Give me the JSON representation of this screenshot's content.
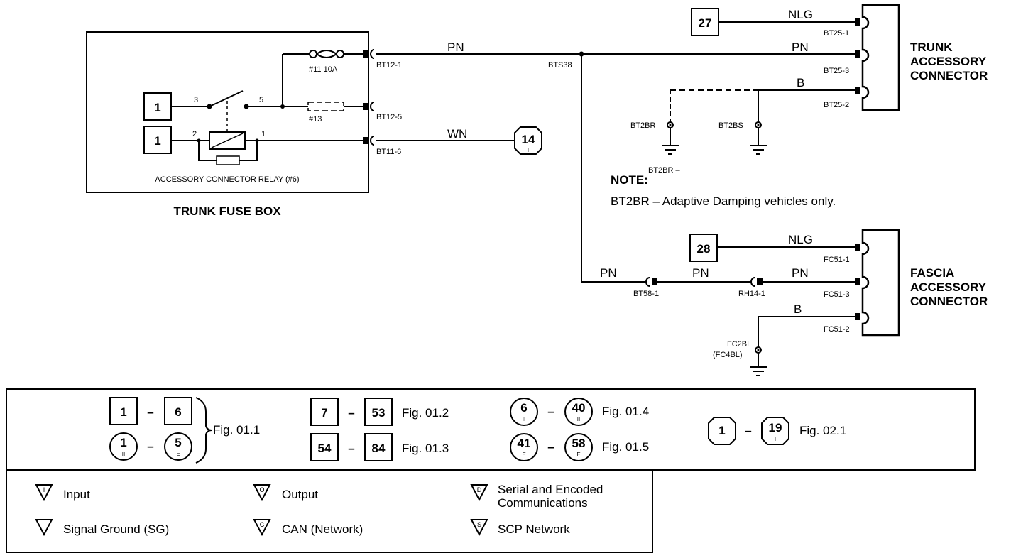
{
  "fuse_box": {
    "title": "TRUNK FUSE BOX",
    "relay_label": "ACCESSORY CONNECTOR RELAY (#6)",
    "fuse_11": "#11 10A",
    "fuse_13": "#13",
    "relay_pins": {
      "p3": "3",
      "p5": "5",
      "p2": "2",
      "p1": "1"
    },
    "ref_top": "1",
    "ref_bottom": "1"
  },
  "pins": {
    "bt12_1": "BT12-1",
    "bt12_5": "BT12-5",
    "bt11_6": "BT11-6",
    "bts38": "BTS38",
    "bt25_1": "BT25-1",
    "bt25_3": "BT25-3",
    "bt25_2": "BT25-2",
    "bt2br": "BT2BR",
    "bt2bs": "BT2BS",
    "fc51_1": "FC51-1",
    "fc51_3": "FC51-3",
    "fc51_2": "FC51-2",
    "bt58_1": "BT58-1",
    "rh14_1": "RH14-1",
    "fc2bl": "FC2BL",
    "fc4bl": "(FC4BL)"
  },
  "wires": {
    "pn": "PN",
    "wn": "WN",
    "nlg": "NLG",
    "b": "B"
  },
  "refs": {
    "r27": "27",
    "r28": "28",
    "r14": "14",
    "r14_sub": "I"
  },
  "connectors": {
    "trunk": [
      "TRUNK",
      "ACCESSORY",
      "CONNECTOR"
    ],
    "fascia": [
      "FASCIA",
      "ACCESSORY",
      "CONNECTOR"
    ]
  },
  "note": {
    "mark": "BT2BR –",
    "title": "NOTE:",
    "text": "BT2BR – Adaptive Damping vehicles only."
  },
  "figure_key": {
    "g1_a": "1",
    "g1_b": "6",
    "g1_c": "1",
    "g1_c_sub": "II",
    "g1_d": "5",
    "g1_d_sub": "E",
    "g1_fig": "Fig. 01.1",
    "g2_a": "7",
    "g2_b": "53",
    "g2_fig": "Fig. 01.2",
    "g3_a": "54",
    "g3_b": "84",
    "g3_fig": "Fig. 01.3",
    "g4_a": "6",
    "g4_a_sub": "II",
    "g4_b": "40",
    "g4_b_sub": "II",
    "g4_fig": "Fig. 01.4",
    "g5_a": "41",
    "g5_a_sub": "E",
    "g5_b": "58",
    "g5_b_sub": "E",
    "g5_fig": "Fig. 01.5",
    "g6_a": "1",
    "g6_b": "19",
    "g6_b_sub": "I",
    "g6_fig": "Fig. 02.1",
    "dash": "–"
  },
  "legend": {
    "input_icon": "I",
    "input": "Input",
    "output_icon": "O",
    "output": "Output",
    "serial_icon": "D",
    "serial_1": "Serial and Encoded",
    "serial_2": "Communications",
    "sg": "Signal Ground (SG)",
    "can_icon": "C",
    "can": "CAN (Network)",
    "scp_icon": "S",
    "scp": "SCP Network"
  }
}
